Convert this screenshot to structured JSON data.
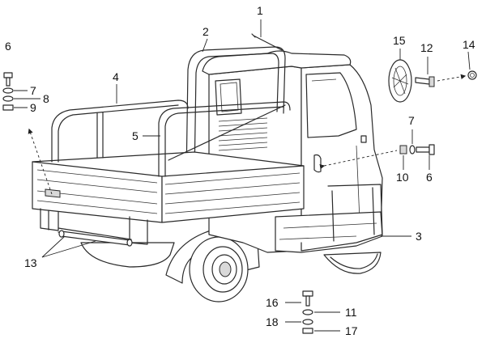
{
  "callouts": {
    "c1": "1",
    "c2": "2",
    "c3": "3",
    "c4": "4",
    "c5": "5",
    "c6a": "6",
    "c6b": "6",
    "c7a": "7",
    "c7b": "7",
    "c8": "8",
    "c9": "9",
    "c10": "10",
    "c11": "11",
    "c12": "12",
    "c13": "13",
    "c14": "14",
    "c15": "15",
    "c16": "16",
    "c17": "17",
    "c18": "18"
  }
}
